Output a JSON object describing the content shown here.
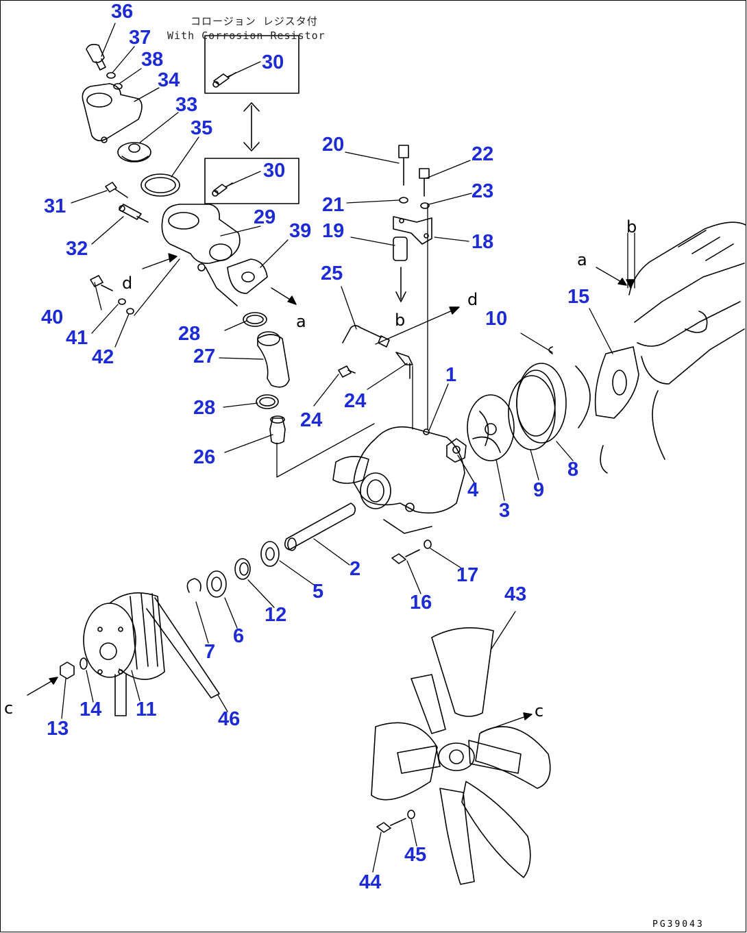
{
  "diagram": {
    "note_jp": "コロージョン レジスタ付",
    "note_en": "With Corrosion Resistor",
    "drawing_code": "PG39043",
    "accent_color": "#1d2bd6",
    "callout_letters": {
      "a": "a",
      "b": "b",
      "c": "c",
      "d": "d"
    },
    "part_numbers": {
      "p1": "1",
      "p2": "2",
      "p3": "3",
      "p4": "4",
      "p5": "5",
      "p6": "6",
      "p7": "7",
      "p8": "8",
      "p9": "9",
      "p10": "10",
      "p11": "11",
      "p12": "12",
      "p13": "13",
      "p14": "14",
      "p15": "15",
      "p16": "16",
      "p17": "17",
      "p18": "18",
      "p19": "19",
      "p20": "20",
      "p21": "21",
      "p22": "22",
      "p23": "23",
      "p24": "24",
      "p25": "25",
      "p26": "26",
      "p27": "27",
      "p28": "28",
      "p29": "29",
      "p30": "30",
      "p31": "31",
      "p32": "32",
      "p33": "33",
      "p34": "34",
      "p35": "35",
      "p36": "36",
      "p37": "37",
      "p38": "38",
      "p39": "39",
      "p40": "40",
      "p41": "41",
      "p42": "42",
      "p43": "43",
      "p44": "44",
      "p45": "45",
      "p46": "46"
    }
  }
}
